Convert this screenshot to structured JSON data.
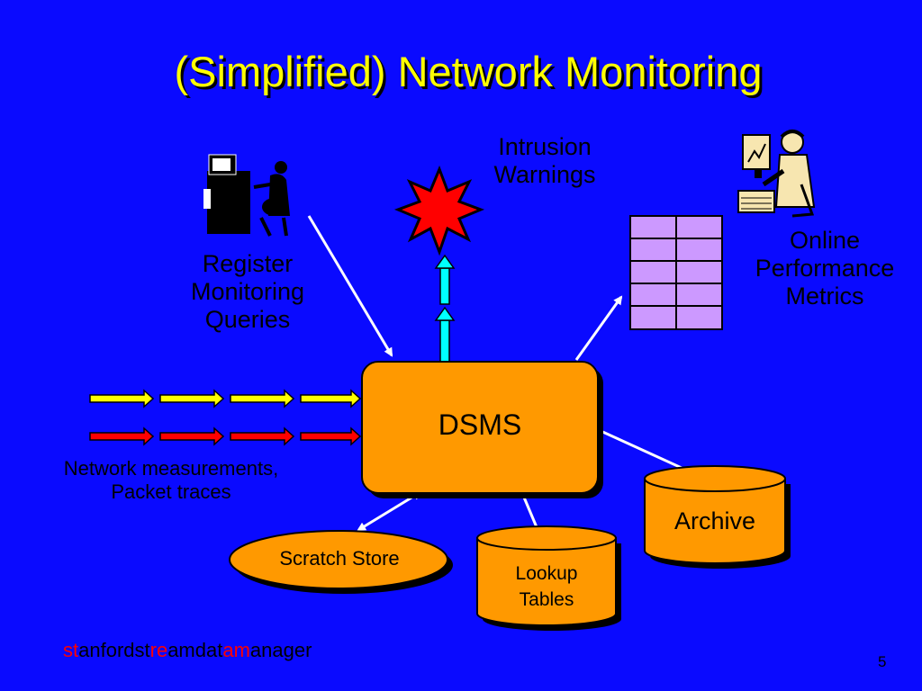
{
  "slide": {
    "title": "(Simplified) Network Monitoring",
    "background_color": "#0a0aff",
    "title_color": "#ffff00",
    "page_number": "5"
  },
  "labels": {
    "intrusion_line1": "Intrusion",
    "intrusion_line2": "Warnings",
    "register_line1": "Register",
    "register_line2": "Monitoring",
    "register_line3": "Queries",
    "online_line1": "Online",
    "online_line2": "Performance",
    "online_line3": "Metrics",
    "network_line1": "Network measurements,",
    "network_line2": "Packet traces"
  },
  "nodes": {
    "dsms": "DSMS",
    "archive": "Archive",
    "scratch_store": "Scratch Store",
    "lookup_line1": "Lookup",
    "lookup_line2": "Tables"
  },
  "footer": {
    "part1": "st",
    "part2": "anfordst",
    "part3": "re",
    "part4": "amdat",
    "part5": "am",
    "part6": "anager"
  },
  "colors": {
    "node_fill": "#ff9900",
    "metrics_grid_fill": "#cc99ff",
    "intrusion_star": "#ff0000",
    "stream_arrow_top": "#ffff00",
    "stream_arrow_bottom": "#ff0000",
    "up_arrow": "#00ffff"
  },
  "icons": [
    "user-at-computer-icon",
    "analyst-at-monitor-icon",
    "explosion-star-icon"
  ]
}
